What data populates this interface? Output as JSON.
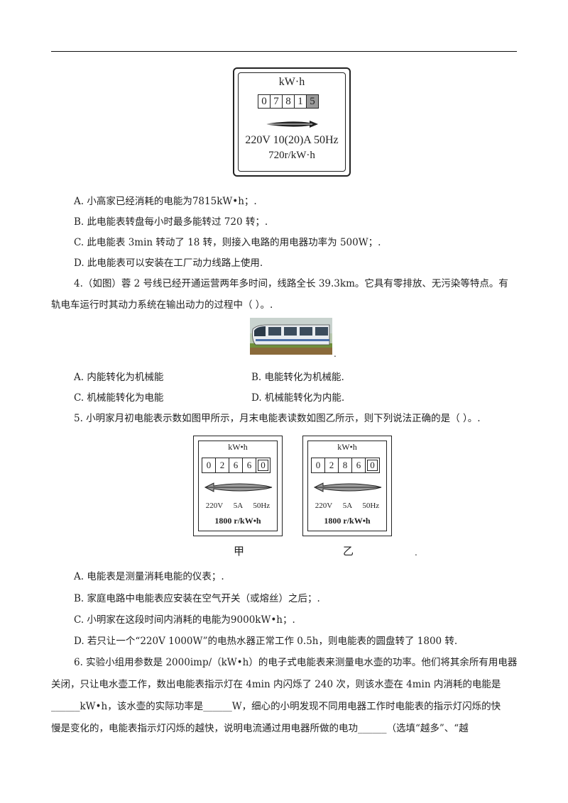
{
  "meter_top": {
    "unit": "kW·h",
    "digits": [
      "0",
      "7",
      "8",
      "1",
      "5"
    ],
    "spec": "220V 10(20)A 50Hz",
    "rate": "720r/kW·h"
  },
  "q3_options": {
    "a": "A. 小高家已经消耗的电能为7815kW•h；.",
    "b": "B. 此电能表转盘每小时最多能转过 720 转；.",
    "c": "C. 此电能表 3min 转动了 18 转，则接入电路的用电器功率为 500W；.",
    "d": "D. 此电能表可以安装在工厂动力线路上使用."
  },
  "q4": {
    "line1": "4.（如图）蓉 2 号线已经开通运营两年多时间，线路全长 39.3km。它具有零排放、无污染等特点。有",
    "line2": "轨电车运行时其动力系统在输出动力的过程中（     ）。.",
    "image_dot": ".",
    "opt_a": "A. 内能转化为机械能",
    "opt_b": "B. 电能转化为机械能.",
    "opt_c": "C. 机械能转化为电能",
    "opt_d": "D. 机械能转化为内能."
  },
  "q5": {
    "stem": "5. 小明家月初电能表示数如图甲所示，月末电能表读数如图乙所示，则下列说法正确的是（     ）。.",
    "meter_a": {
      "unit": "kW•h",
      "digits": [
        "0",
        "2",
        "6",
        "6",
        "0"
      ],
      "spec": "220V 5A 50Hz",
      "rate": "1800 r/kW•h",
      "caption": "甲"
    },
    "meter_b": {
      "unit": "kW•h",
      "digits": [
        "0",
        "2",
        "8",
        "6",
        "0"
      ],
      "spec": "220V 5A 50Hz",
      "rate": "1800 r/kW•h",
      "caption": "乙"
    },
    "caption_dot": ".",
    "opt_a": "A. 电能表是测量消耗电能的仪表；.",
    "opt_b": "B. 家庭电路中电能表应安装在空气开关（或熔丝）之后；.",
    "opt_c": "C. 小明家在这段时间内消耗的电能为9000kW•h；.",
    "opt_d": "D. 若只让一个“220V 1000W”的电热水器正常工作 0.5h，则电能表的圆盘转了 1800 转."
  },
  "q6": {
    "line1": "6. 实验小组用参数是 2000imp/（kW•h）的电子式电能表来测量电水壶的功率。他们将其余所有用电器",
    "line2": "关闭，只让电水壶工作，数出电能表指示灯在 4min 内闪烁了 240 次，则该水壶在 4min 内消耗的电能是",
    "line3": "______kW•h，该水壶的实际功率是______W，细心的小明发现不同用电器工作时电能表的指示灯闪烁的快",
    "line4": "慢是变化的，电能表指示灯闪烁的越快，说明电流通过用电器所做的电功______（选填“越多”、“越"
  }
}
